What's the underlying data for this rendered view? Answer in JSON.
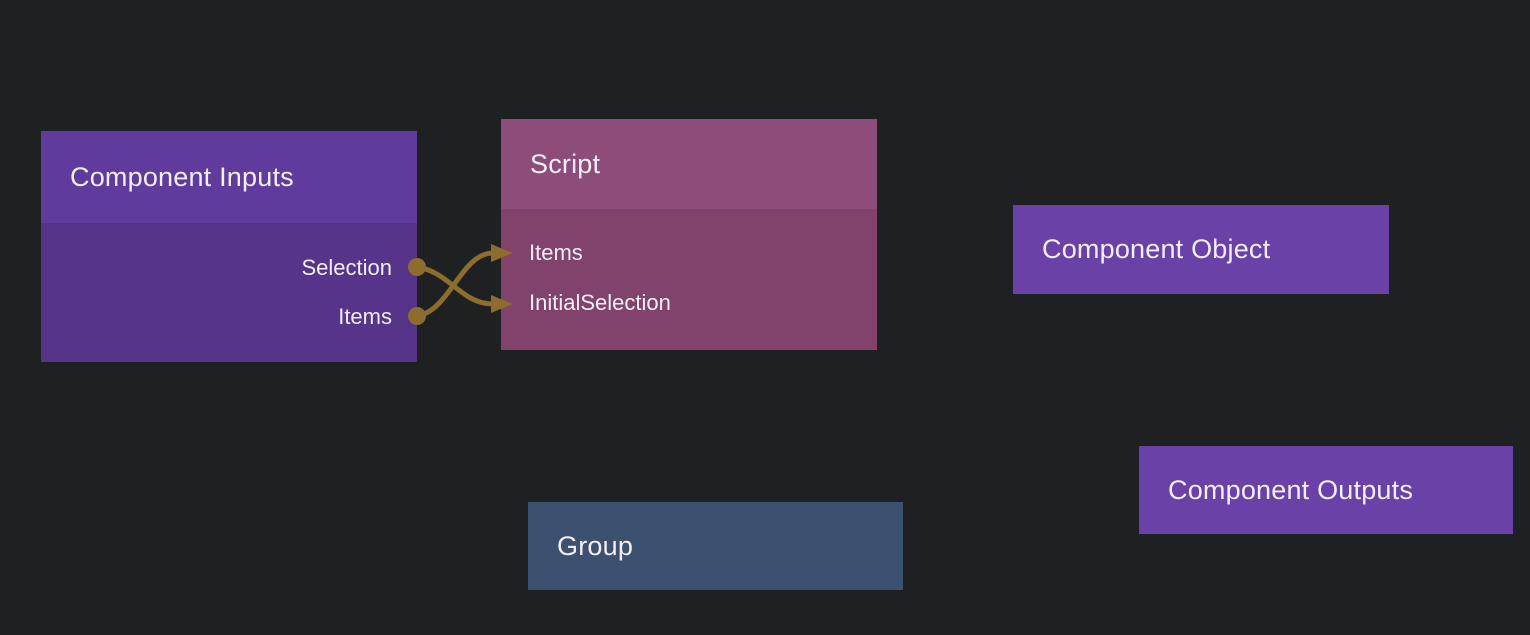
{
  "canvas": {
    "background": "#1f2021",
    "wire_color": "#8c6d2d",
    "text_color": "#f3edf9"
  },
  "nodes": [
    {
      "title": "Component Inputs",
      "kind": "header-body",
      "header_color": "#5e3b9d",
      "body_color": "#55348a",
      "ports": [
        {
          "label": "Selection",
          "direction": "output"
        },
        {
          "label": "Items",
          "direction": "output"
        }
      ]
    },
    {
      "title": "Script",
      "kind": "header-body",
      "header_color": "#8e4c7a",
      "body_color": "#81436c",
      "ports": [
        {
          "label": "Items",
          "direction": "input"
        },
        {
          "label": "InitialSelection",
          "direction": "input"
        }
      ]
    },
    {
      "title": "Component Object",
      "kind": "single",
      "color": "#6a41a7"
    },
    {
      "title": "Component Outputs",
      "kind": "single",
      "color": "#6a41a7"
    },
    {
      "title": "Group",
      "kind": "single",
      "color": "#3c5070"
    }
  ],
  "connections": [
    {
      "from": "Component Inputs / Selection",
      "to": "Script / InitialSelection"
    },
    {
      "from": "Component Inputs / Items",
      "to": "Script / Items"
    }
  ]
}
